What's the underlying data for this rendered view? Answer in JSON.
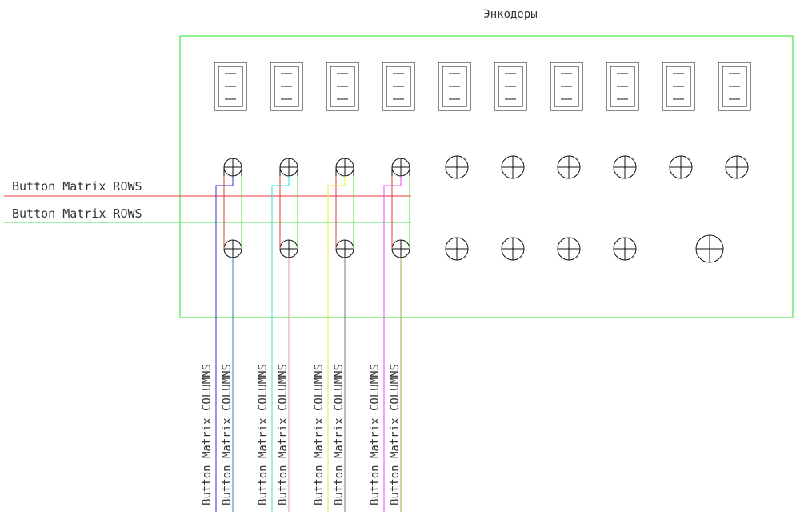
{
  "diagram": {
    "title": "Энкодеры",
    "row_labels": [
      "Button Matrix ROWS",
      "Button Matrix ROWS"
    ],
    "column_label": "Button Matrix COLUMNS",
    "encoder_count": 10,
    "wired_encoder_count": 4,
    "colors": {
      "frame": "#44e844",
      "row_red": "#ee3333",
      "row_green": "#44dd44",
      "symbol": "#111111",
      "text": "#333333",
      "column_groups": [
        {
          "left": "#3333cc",
          "right": "#4477aa"
        },
        {
          "left": "#33dddd",
          "right": "#ee9999"
        },
        {
          "left": "#eeee33",
          "right": "#777777"
        },
        {
          "left": "#ee44ee",
          "right": "#aaaa44"
        }
      ]
    }
  }
}
